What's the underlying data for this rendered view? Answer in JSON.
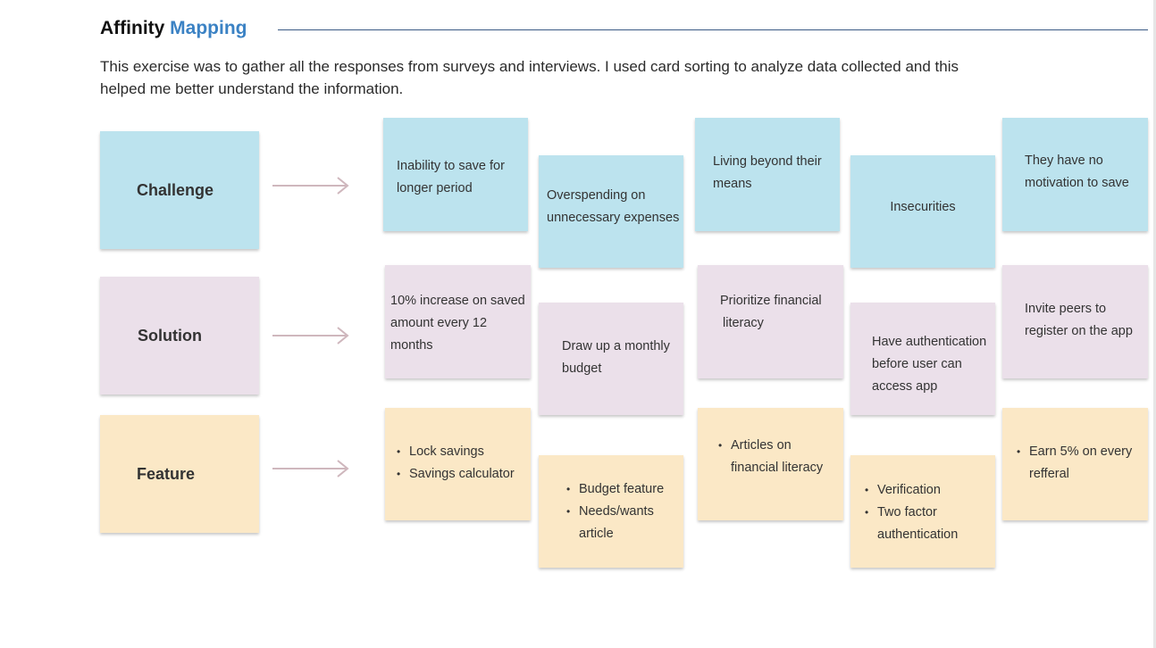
{
  "header": {
    "title_part1": "Affinity",
    "title_part2": "Mapping",
    "description": "This exercise was to gather all the responses from surveys and interviews. I used card sorting to analyze data collected and this helped me better understand the information."
  },
  "colors": {
    "challenge": "#bce3ee",
    "solution": "#ebe0ea",
    "feature": "#fbe8c6",
    "accent": "#3b82c4",
    "arrow": "#cfb7bd"
  },
  "rows": {
    "challenge": {
      "label": "Challenge",
      "notes": [
        "Inability to save for longer period",
        "Overspending on unnecessary expenses",
        "Living beyond their means",
        "Insecurities",
        "They have no motivation to save"
      ]
    },
    "solution": {
      "label": "Solution",
      "notes": [
        "10% increase on saved amount every 12 months",
        "Draw up a monthly budget",
        "Prioritize financial literacy",
        "Have authentication before user can access app",
        "Invite peers to register on the app"
      ]
    },
    "feature": {
      "label": "Feature",
      "notes": [
        [
          "Lock savings",
          "Savings calculator"
        ],
        [
          "Budget feature",
          "Needs/wants article"
        ],
        [
          "Articles on financial literacy"
        ],
        [
          "Verification",
          "Two factor authentication"
        ],
        [
          "Earn 5% on every refferal"
        ]
      ]
    }
  }
}
